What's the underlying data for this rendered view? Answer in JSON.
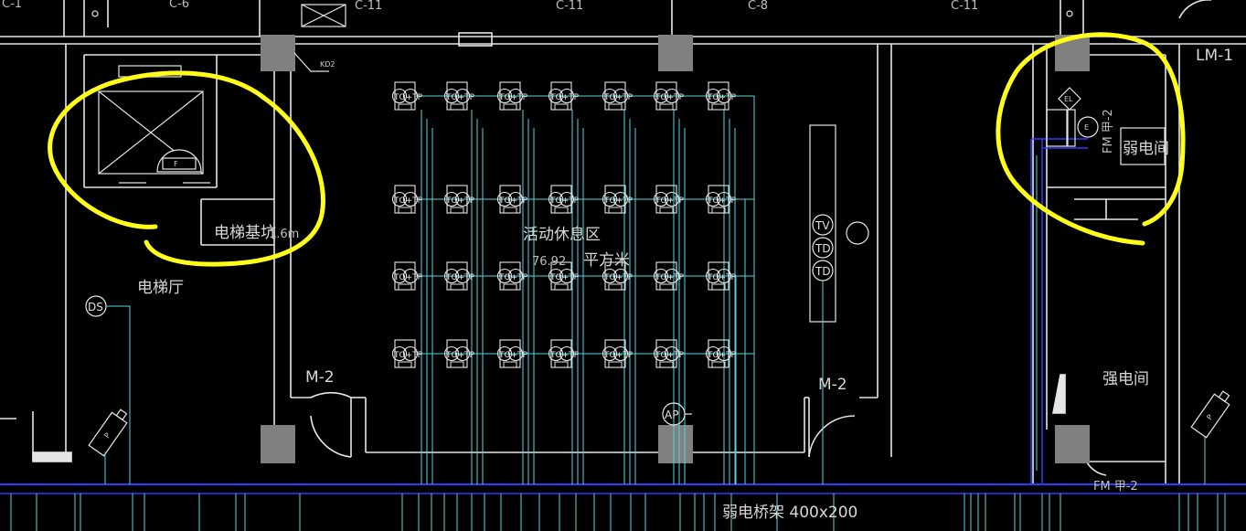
{
  "labels": {
    "col_top_1": "C-1",
    "col_top_2": "C-6",
    "col_top_3": "C-11",
    "col_top_4": "C-11",
    "col_top_5": "C-8",
    "col_top_6": "C-11",
    "lm1": "LM-1",
    "kd2": "KD2",
    "elevator_pit": "电梯基坑",
    "elevator_pit_depth": "1.6m",
    "elevator_hall": "电梯厅",
    "activity_area": "活动休息区",
    "activity_area_size": "76.92",
    "activity_area_unit": "平方米",
    "door_left": "M-2",
    "door_right": "M-2",
    "weak_room": "弱电间",
    "weak_room_door": "FM 甲-2",
    "strong_room": "强电间",
    "strong_room_door": "FM 甲-2",
    "cable_tray": "弱电桥架  400x200",
    "bottom_partial": "....",
    "elevator_symbol": "F"
  },
  "symbols": {
    "ds": "DS",
    "tv": "TV",
    "td1": "TD",
    "td2": "TD",
    "ap": "AP",
    "socket": "TO+TP",
    "el": "EL",
    "e": "E",
    "p": "P"
  },
  "colors": {
    "background": "#000000",
    "wall": "#e6e6e6",
    "column": "#808080",
    "cyan_wire": "#4fd6e0",
    "blue_tray": "#2a3cff",
    "highlight": "#ffff1a"
  }
}
